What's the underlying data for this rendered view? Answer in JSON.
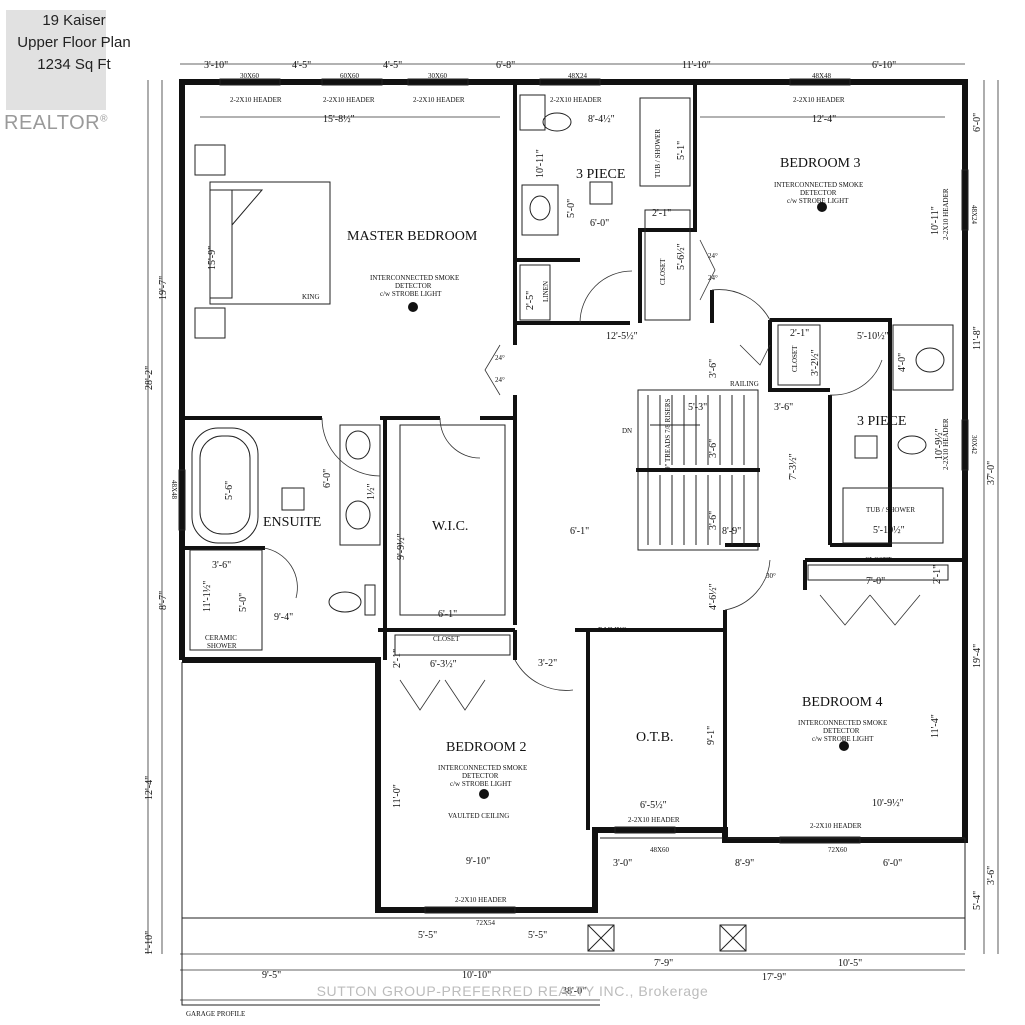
{
  "header": {
    "address": "19 Kaiser",
    "title": "Upper Floor Plan",
    "area": "1234 Sq Ft"
  },
  "logo": {
    "name": "REALTOR",
    "mark": "®"
  },
  "watermark": "SUTTON GROUP-PREFERRED REALTY INC., Brokerage",
  "rooms": {
    "master": "MASTER BEDROOM",
    "bed2": "BEDROOM 2",
    "bed3": "BEDROOM 3",
    "bed4": "BEDROOM 4",
    "ensuite": "ENSUITE",
    "wic": "W.I.C.",
    "otb": "O.T.B.",
    "piece3a": "3 PIECE",
    "piece3b": "3 PIECE"
  },
  "labels": {
    "smoke1": "INTERCONNECTED SMOKE",
    "smoke2": "DETECTOR",
    "smoke3": "c/w STROBE LIGHT",
    "vaulted": "VAULTED CEILING",
    "king": "KING",
    "closet": "CLOSET",
    "linen": "LINEN",
    "railing": "RAILING",
    "dn": "DN",
    "tub_shower": "TUB / SHOWER",
    "ceramic1": "CERAMIC",
    "ceramic2": "SHOWER",
    "garage": "GARAGE PROFILE",
    "treads": "9\" TREADS 7/8 RISERS",
    "header": "2-2X10 HEADER"
  },
  "windows": {
    "w1": "30X60",
    "w2": "60X60",
    "w3": "30X60",
    "w4": "48X24",
    "w5": "48X48",
    "w6": "48X48",
    "w7": "48X24",
    "w8": "30X42",
    "w9": "48X60",
    "w10": "72X60",
    "w11": "72X54"
  },
  "dims": {
    "top": [
      "3'-10\"",
      "4'-5\"",
      "4'-5\"",
      "6'-8\"",
      "11'-10\"",
      "6'-10\""
    ],
    "bottom": [
      "9'-5\"",
      "10'-10\"",
      "7'-9\"",
      "17'-9\"",
      "10'-5\"",
      "38'-0\""
    ],
    "bottom_inner": [
      "5'-5\"",
      "5'-5\""
    ],
    "bottom_right": [
      "3'-0\"",
      "8'-9\"",
      "6'-0\""
    ],
    "left": [
      "19'-7\"",
      "28'-2\"",
      "8'-7\"",
      "12'-4\"",
      "1'-10\""
    ],
    "right": [
      "6'-0\"",
      "11'-8\"",
      "19'-4\"",
      "37'-0\"",
      "3'-6\"",
      "5'-4\""
    ],
    "interior": {
      "master_w": "15'-8½\"",
      "master_h": "15'-9\"",
      "ens_w": "9'-4\"",
      "ens_h": "6'-0\"",
      "ens_tub": "5'-6\"",
      "ens_vanity": "1½\"",
      "ens_shower1": "3'-6\"",
      "ens_shower2": "5'-0\"",
      "ens_shower3": "11'-1½\"",
      "wic_w": "6'-1\"",
      "wic_h": "9'-9½\"",
      "bath_w": "8'-4½\"",
      "bath_h": "10'-11\"",
      "bath_5": "5'-0\"",
      "bath_6": "6'-0\"",
      "tub1": "5'-1\"",
      "clos_a": "2'-1\"",
      "clos_b": "5'-6½\"",
      "linen_d": "2'-5\"",
      "bed3_w": "12'-4\"",
      "bed3_h": "10'-11\"",
      "hall_w": "12'-5½\"",
      "hall_h": "3'-6\"",
      "clos3_a": "2'-1\"",
      "clos3_b": "3'-2½\"",
      "b3p_w": "5'-10½\"",
      "b3p_h": "4'-0\"",
      "b3p_tub": "5'-10½\"",
      "b3p_side": "10'-9½\"",
      "stair1": "5'-3\"",
      "stair2": "3'-6\"",
      "stair3": "3'-6\"",
      "stair4": "3'-6\"",
      "stair5": "7'-3½\"",
      "stair6": "8'-9\"",
      "hall2": "6'-1\"",
      "hall3": "4'-6½\"",
      "clos4": "7'-0\"",
      "clos4b": "2'-1\"",
      "bed4_w": "10'-9½\"",
      "bed4_h": "11'-4\"",
      "bed2_w": "9'-10\"",
      "bed2_h": "11'-0\"",
      "clos2": "6'-3½\"",
      "clos2b": "2'-1\"",
      "bed2_door": "3'-2\"",
      "otb_w": "6'-5½\"",
      "otb_h": "9'-1\"",
      "deg24a": "24°",
      "deg24b": "24°",
      "deg24c": "24°",
      "deg24d": "24°",
      "deg30": "30°"
    }
  }
}
